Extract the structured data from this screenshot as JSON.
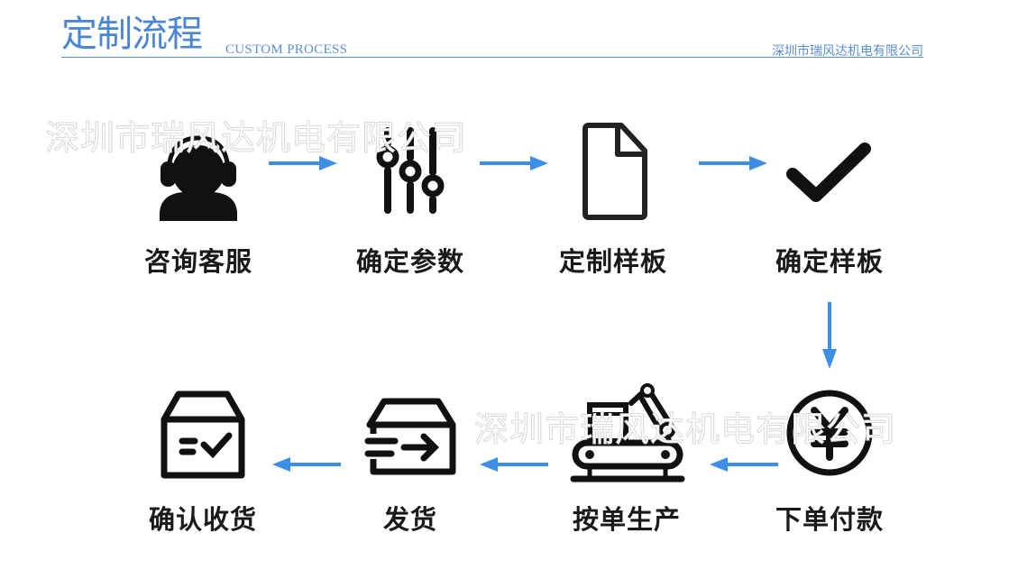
{
  "header": {
    "title_cn": "定制流程",
    "title_en": "CUSTOM  PROCESS",
    "company": "深圳市瑞风达机电有限公司"
  },
  "watermark": "深圳市瑞风达机电有限公司",
  "colors": {
    "accent": "#4a86d4",
    "arrow": "#3d8ee6",
    "icon": "#111111"
  },
  "steps": [
    {
      "label": "咨询客服",
      "icon": "customer-service-headset-icon"
    },
    {
      "label": "确定参数",
      "icon": "sliders-icon"
    },
    {
      "label": "定制样板",
      "icon": "document-icon"
    },
    {
      "label": "确定样板",
      "icon": "checkmark-icon"
    },
    {
      "label": "下单付款",
      "icon": "yen-coin-icon"
    },
    {
      "label": "按单生产",
      "icon": "factory-robot-arm-icon"
    },
    {
      "label": "发货",
      "icon": "box-shipping-icon"
    },
    {
      "label": "确认收货",
      "icon": "box-check-icon"
    }
  ]
}
